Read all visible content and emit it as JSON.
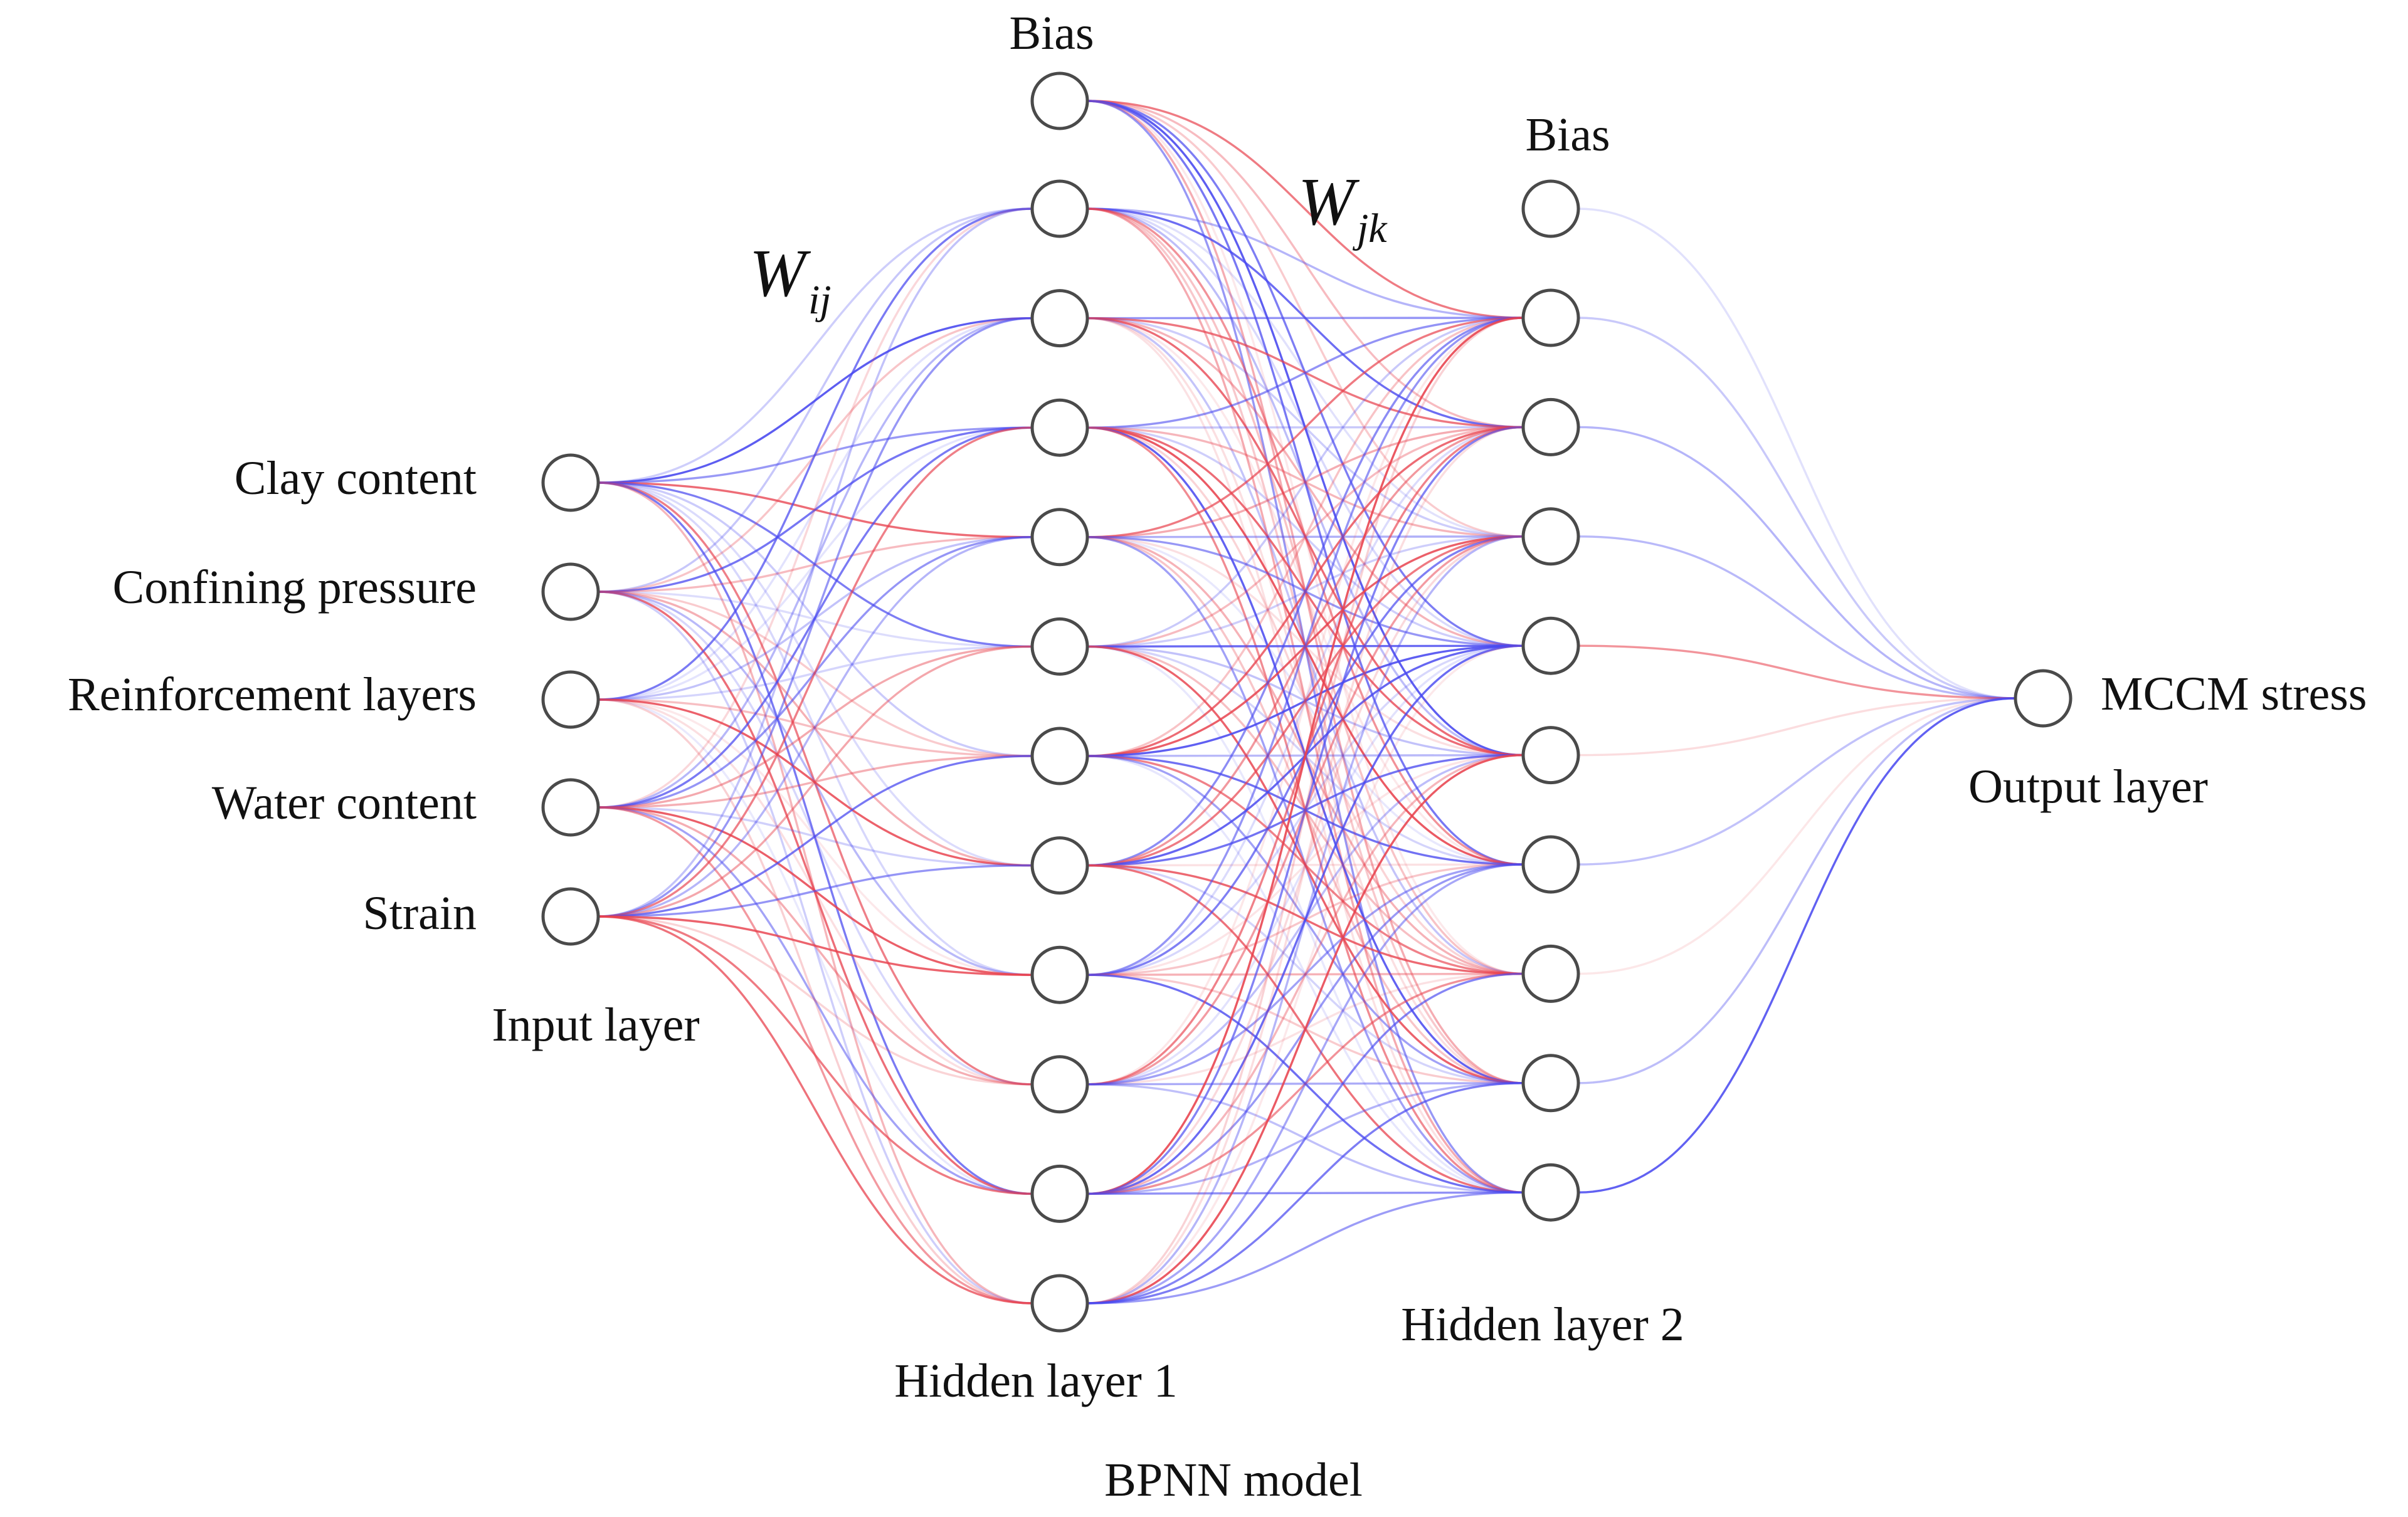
{
  "diagram": {
    "caption": "BPNN model",
    "input_layer": {
      "label": "Input layer",
      "features": [
        "Clay content",
        "Confining pressure",
        "Reinforcement layers",
        "Water content",
        "Strain"
      ]
    },
    "hidden_layer_1": {
      "label": "Hidden layer 1",
      "bias_label": "Bias",
      "neurons": 11
    },
    "hidden_layer_2": {
      "label": "Hidden layer 2",
      "bias_label": "Bias",
      "neurons": 9
    },
    "output_layer": {
      "label": "Output layer",
      "output": "MCCM stress"
    },
    "weights_ij": {
      "symbol": "W",
      "subscript": "ij"
    },
    "weights_jk": {
      "symbol": "W",
      "subscript": "jk"
    },
    "colors": {
      "positive_weight": "#e8434f",
      "negative_weight": "#4b4bf0",
      "node_stroke": "#4a4a4a"
    }
  }
}
